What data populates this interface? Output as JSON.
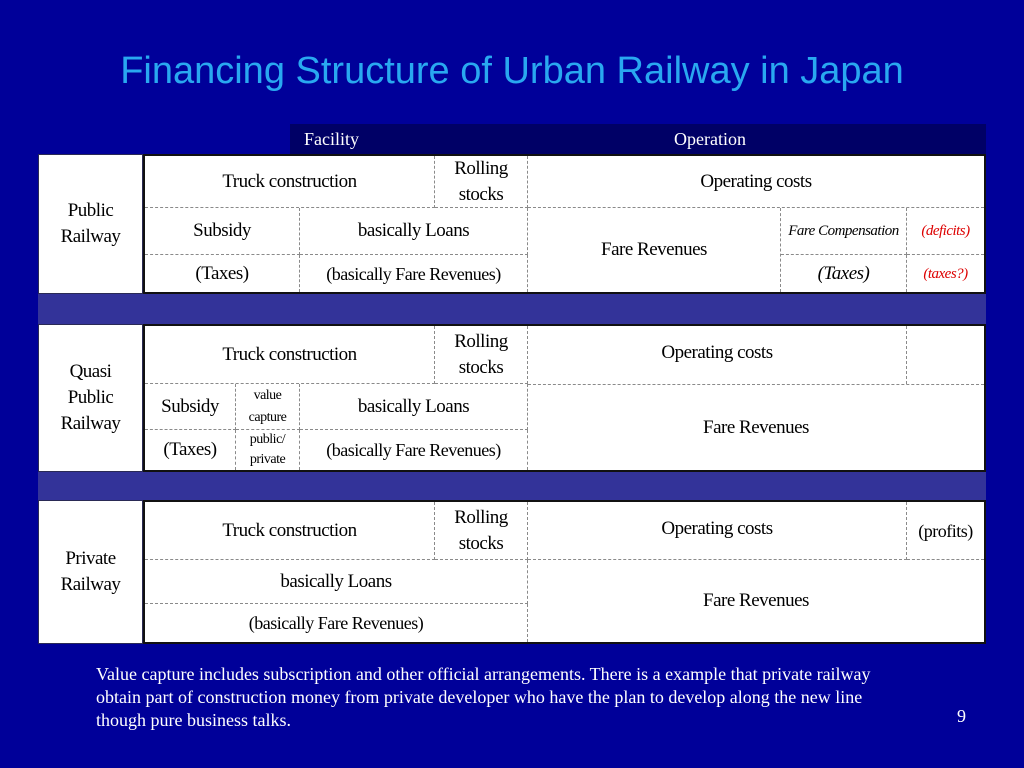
{
  "title": "Financing Structure of Urban Railway in Japan",
  "header": {
    "facility": "Facility",
    "operation": "Operation"
  },
  "public": {
    "label": "Public Railway",
    "truck": "Truck construction",
    "rolling": "Rolling stocks",
    "opcost": "Operating costs",
    "subsidy": "Subsidy",
    "loans": "basically Loans",
    "fare_revenues": "Fare Revenues",
    "fare_comp": "Fare Compensation",
    "deficits": "(deficits)",
    "taxes1": "(Taxes)",
    "basic_fare": "(basically Fare Revenues)",
    "taxes2": "(Taxes)",
    "taxes_q": "(taxes?)"
  },
  "quasi": {
    "label": "Quasi Public Railway",
    "truck": "Truck construction",
    "rolling": "Rolling stocks",
    "opcost": "Operating costs",
    "subsidy": "Subsidy",
    "value_capture": "value capture",
    "loans": "basically Loans",
    "fare_revenues": "Fare Revenues",
    "taxes": "(Taxes)",
    "public_private": "public/ private",
    "basic_fare": "(basically Fare Revenues)"
  },
  "private": {
    "label": "Private Railway",
    "truck": "Truck construction",
    "rolling": "Rolling stocks",
    "opcost": "Operating costs",
    "profits": "(profits)",
    "loans": "basically Loans",
    "fare_revenues": "Fare Revenues",
    "basic_fare": "(basically Fare Revenues)"
  },
  "note": "Value capture includes subscription and other official arrangements. There is a example that private railway obtain part of construction money from private developer who have the plan to develop along the new line though pure business talks.",
  "page_number": "9"
}
